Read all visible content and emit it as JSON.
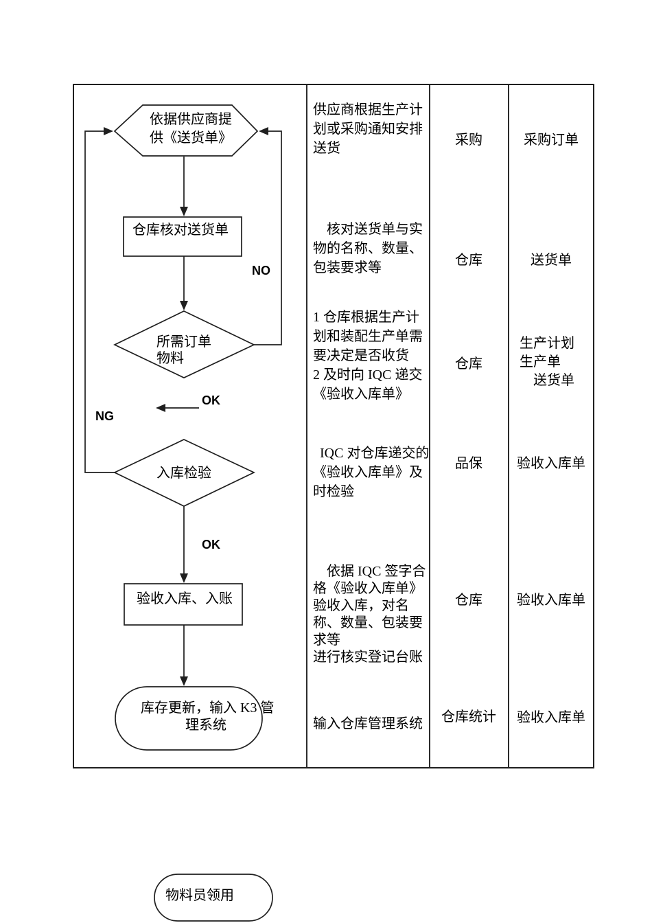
{
  "flowchart": {
    "nodes": {
      "supplier_delivery": {
        "label": "依据供应商提\n供《送货单》"
      },
      "warehouse_check": {
        "label": "仓库核对送货单"
      },
      "order_material": {
        "label": "所需订单\n物料"
      },
      "incoming_inspection": {
        "label": "入库检验"
      },
      "receive_record": {
        "label": "验收入库、入账"
      },
      "stock_update": {
        "label": "库存更新，输入 K3 管\n理系统"
      },
      "material_requisition": {
        "label": "物料员领用"
      }
    },
    "edge_labels": {
      "no": "NO",
      "ok_top": "OK",
      "ng": "NG",
      "ok_bottom": "OK"
    }
  },
  "table": {
    "rows": [
      {
        "desc": "供应商根据生产计\n划或采购通知安排\n送货",
        "dept": "采购",
        "doc": "采购订单"
      },
      {
        "desc": "　核对送货单与实\n物的名称、数量、\n包装要求等",
        "dept": "仓库",
        "doc": "送货单"
      },
      {
        "desc": "1 仓库根据生产计\n划和装配生产单需\n要决定是否收货\n2 及时向 IQC 递交\n《验收入库单》",
        "dept": "仓库",
        "doc": "生产计划\n生产单\n　送货单"
      },
      {
        "desc": "  IQC 对仓库递交的\n《验收入库单》及\n时检验",
        "dept": "品保",
        "doc": "验收入库单"
      },
      {
        "desc": "　依据 IQC 签字合\n格《验收入库单》\n验收入库，对名\n称、数量、包装要\n求等\n进行核实登记台账",
        "dept": "仓库",
        "doc": "验收入库单"
      },
      {
        "desc": "输入仓库管理系统",
        "dept": "仓库统计",
        "doc": "验收入库单"
      }
    ]
  },
  "colors": {
    "line": "#1f1f1f",
    "text": "#000000",
    "background": "#ffffff"
  }
}
